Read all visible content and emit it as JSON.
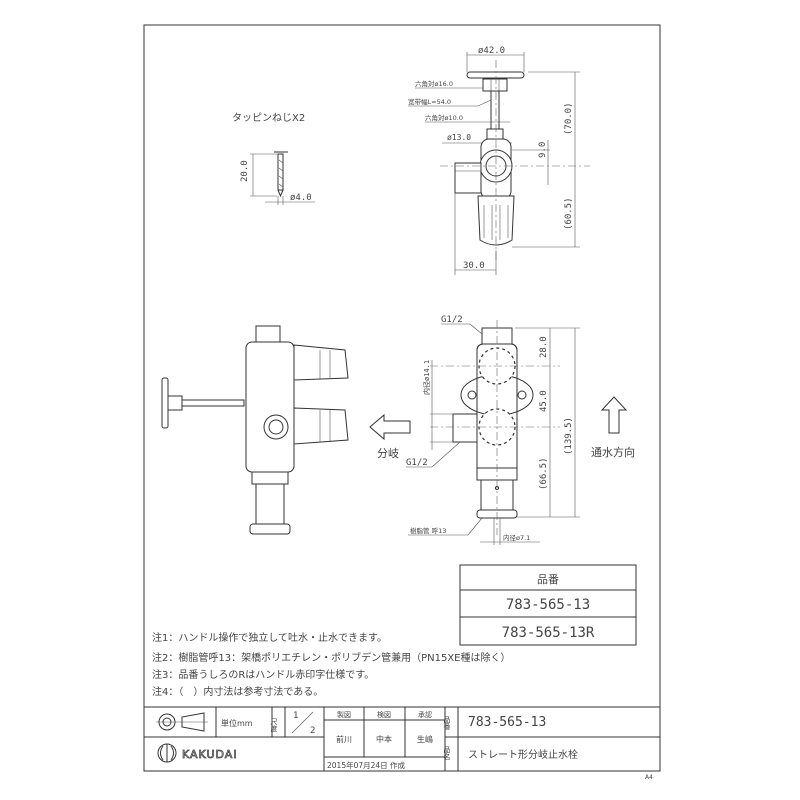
{
  "drawing": {
    "screw_label": "タッピンねじX2",
    "screw_dims": {
      "length": "20.0",
      "dia": "ø4.0"
    },
    "top_view_dims": {
      "handle_dia": "ø42.0",
      "hex_across": "六角対ø16.0",
      "spindle_length": "宽带幅L=54.0",
      "hex_across_small": "六角対ø10.0",
      "dia13": "ø13.0",
      "offset": "9.0",
      "height_upper": "(70.0)",
      "height_lower": "(60.5)",
      "width_30": "30.0"
    },
    "front_view_dims": {
      "thread_top": "G1/2",
      "thread_side": "G1/2",
      "inner_dia": "内径ø14.1",
      "d28": "28.0",
      "d45": "45.0",
      "d66": "(66.5)",
      "total": "(139.5)",
      "pipe": "樹脂管 呼13",
      "pipe_inner": "内径ø7.1"
    },
    "branch_label": "分岐",
    "flow_label": "通水方向"
  },
  "part_table": {
    "header": "品番",
    "rows": [
      "783-565-13",
      "783-565-13R"
    ]
  },
  "notes": [
    "注1：ハンドル操作で独立して吐水・止水できます。",
    "注2：樹脂管呼13：架橋ポリエチレン・ポリブデン管兼用（PN15XE種は除く）",
    "注3：品番うしろのRはハンドル赤印字仕様です。",
    "注4：（　）内寸法は参考寸法である。"
  ],
  "title_block": {
    "unit": "単位mm",
    "scale_label": "尺度",
    "scale_num": "1",
    "scale_den": "2",
    "drawn_label": "製図",
    "checked_label": "検図",
    "approved_label": "承認",
    "drawn_by": "前川",
    "checked_by": "中本",
    "approved_by": "生嶋",
    "date": "2015年07月24日 作成",
    "part_no_label": "品番",
    "part_no": "783-565-13",
    "part_name_label": "品名",
    "part_name": "ストレート形分岐止水栓",
    "company": "KAKUDAI",
    "sheet_size": "A4"
  }
}
